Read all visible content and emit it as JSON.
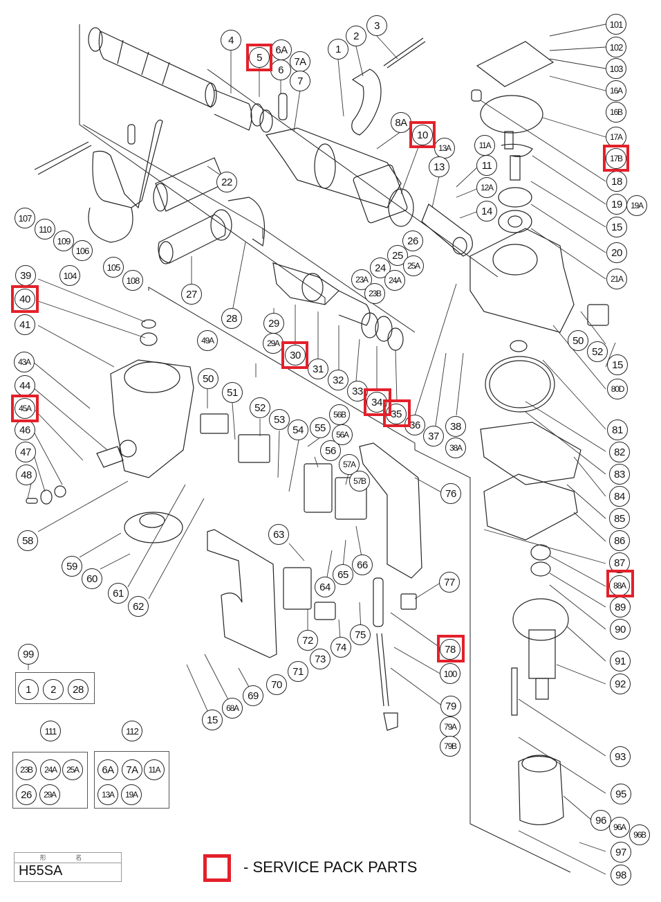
{
  "model": {
    "caption": "形 名",
    "name": "H55SA"
  },
  "legend": {
    "label": "- SERVICE PACK PARTS",
    "highlight_color": "#e3202a"
  },
  "service_pack_parts": [
    "5",
    "10",
    "17B",
    "30",
    "34",
    "35",
    "40",
    "45A",
    "78",
    "88A"
  ],
  "parts": {
    "p1": "1",
    "p2": "2",
    "p3": "3",
    "p4": "4",
    "p5": "5",
    "p6A": "6A",
    "p6": "6",
    "p7A": "7A",
    "p7": "7",
    "p8A": "8A",
    "p10": "10",
    "p11A": "11A",
    "p11": "11",
    "p12A": "12A",
    "p13A": "13A",
    "p13": "13",
    "p14": "14",
    "p15a": "15",
    "p15b": "15",
    "p15c": "15",
    "p16A": "16A",
    "p16B": "16B",
    "p17A": "17A",
    "p17B": "17B",
    "p18": "18",
    "p19": "19",
    "p19A": "19A",
    "p20": "20",
    "p21A": "21A",
    "p22": "22",
    "p23A": "23A",
    "p23B": "23B",
    "p24": "24",
    "p24A": "24A",
    "p25": "25",
    "p25A": "25A",
    "p26": "26",
    "p27": "27",
    "p28": "28",
    "p29": "29",
    "p29A": "29A",
    "p30": "30",
    "p31": "31",
    "p32": "32",
    "p33": "33",
    "p34": "34",
    "p35": "35",
    "p36": "36",
    "p37": "37",
    "p38": "38",
    "p38A": "38A",
    "p39": "39",
    "p40": "40",
    "p41": "41",
    "p43A": "43A",
    "p44": "44",
    "p45A": "45A",
    "p46": "46",
    "p47": "47",
    "p48": "48",
    "p49A": "49A",
    "p50a": "50",
    "p50b": "50",
    "p51": "51",
    "p52a": "52",
    "p52b": "52",
    "p53": "53",
    "p54": "54",
    "p55": "55",
    "p56": "56",
    "p56A": "56A",
    "p56B": "56B",
    "p57A": "57A",
    "p57B": "57B",
    "p58": "58",
    "p59": "59",
    "p60": "60",
    "p61": "61",
    "p62": "62",
    "p63": "63",
    "p64": "64",
    "p65": "65",
    "p66": "66",
    "p68A": "68A",
    "p69": "69",
    "p70": "70",
    "p71": "71",
    "p72": "72",
    "p73": "73",
    "p74": "74",
    "p75": "75",
    "p76": "76",
    "p77": "77",
    "p78": "78",
    "p79": "79",
    "p79A": "79A",
    "p79B": "79B",
    "p80D": "80D",
    "p81": "81",
    "p82": "82",
    "p83": "83",
    "p84": "84",
    "p85": "85",
    "p86": "86",
    "p87": "87",
    "p88A": "88A",
    "p89": "89",
    "p90": "90",
    "p91": "91",
    "p92": "92",
    "p93": "93",
    "p95": "95",
    "p96": "96",
    "p96A": "96A",
    "p96B": "96B",
    "p97": "97",
    "p98": "98",
    "p100": "100",
    "p101": "101",
    "p102": "102",
    "p103": "103",
    "p104": "104",
    "p105": "105",
    "p106": "106",
    "p107": "107",
    "p108": "108",
    "p109": "109",
    "p110": "110"
  },
  "groups": [
    {
      "id": "99",
      "items": [
        "1",
        "2",
        "28"
      ]
    },
    {
      "id": "111",
      "items": [
        "23B",
        "24A",
        "25A",
        "26",
        "29A"
      ]
    },
    {
      "id": "112",
      "items": [
        "6A",
        "7A",
        "11A",
        "13A",
        "19A"
      ]
    }
  ]
}
